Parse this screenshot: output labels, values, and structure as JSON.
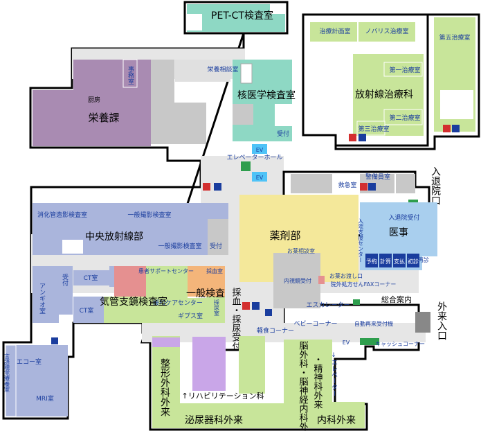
{
  "colors": {
    "radiology": "#aab5dc",
    "nuclear": "#8ed8c4",
    "nutrition": "#a98bb2",
    "pharmacy": "#f4e89a",
    "outpatient": "#c8e59a",
    "medical_affairs": "#a9cfee",
    "checkup": "#f4b57a",
    "bronchoscopy": "#e59090",
    "rehab": "#c9a6e8",
    "corridor": "#e6e6e6",
    "room_gray": "#c8c8c8",
    "wall": "#000000",
    "label_blue": "#1a3d9e"
  },
  "labels": {
    "pet_ct": "PET-CT検査室",
    "planning_room": "治療計画室",
    "novalis_room": "ノバリス治療室",
    "treatment5": "第五治療室",
    "treatment1": "第一治療室",
    "treatment2": "第二治療室",
    "treatment3": "第三治療室",
    "radiation_therapy": "放射線治療科",
    "nutrition_consult": "栄養相談室",
    "nuclear_med": "核医学検査室",
    "reception": "受付",
    "office": "事務室",
    "kitchen": "厨房",
    "nutrition_dept": "栄養課",
    "elevator_hall": "エレベーターホール",
    "ev": "EV",
    "emergency_room": "救急室",
    "guard_room": "警備員室",
    "entrance_discharge": "入退院口",
    "digestive_room": "消化管造影検査室",
    "general_xray": "一般撮影検査室",
    "central_radiology": "中央放射線部",
    "general_xray2": "一般撮影検査室",
    "reception2": "受付",
    "pharmacy": "薬剤部",
    "medication_consult": "お薬相談室",
    "discharge_support": "入院支援センター",
    "medical_affairs_reception": "入退院受付",
    "medical_affairs": "医事",
    "reservation": "予約",
    "calculation": "計算",
    "payment": "支払",
    "first_visit": "初診",
    "revisit": "再診",
    "medicine_pickup": "お薬お渡し口",
    "fax_corner": "院外処方せんFAXコーナー",
    "endoscopy": "内視鏡受付",
    "general_info": "総合案内",
    "escalator": "エスカレーター",
    "baby_corner": "ベビーコーナー",
    "snack_corner": "軽食コーナー",
    "auto_reception": "自動再来受付機",
    "cashier": "キャッシュコーナー",
    "outpatient_entrance": "外来入口",
    "angio": "アンギオ室",
    "ct_room": "CT室",
    "ct_room2": "CT室",
    "reception3": "受付",
    "patient_support": "患者サポートセンター",
    "blood_collect": "採血室",
    "general_checkup": "一般検査",
    "palliative": "緩和ケアセンター",
    "bronchoscopy": "気管支鏡検査室",
    "urine_collect": "採尿室",
    "cast_room": "ギプス室",
    "blood_urine_reception": "採血・採尿受付",
    "echo_room": "エコー室",
    "speech_room": "言語聴覚療養室",
    "mri_room": "MRI室",
    "orthopedics": "整形外科外来",
    "rehabilitation": "↑リハビリテーション科",
    "urology": "泌尿器科外来",
    "neurosurgery": "脳外科・脳神経内科外来",
    "psychiatry": "・精神科外来",
    "internal_medicine": "内科外来",
    "elevator_arrow": "↓エレベーター",
    "ev_text": "EV"
  }
}
